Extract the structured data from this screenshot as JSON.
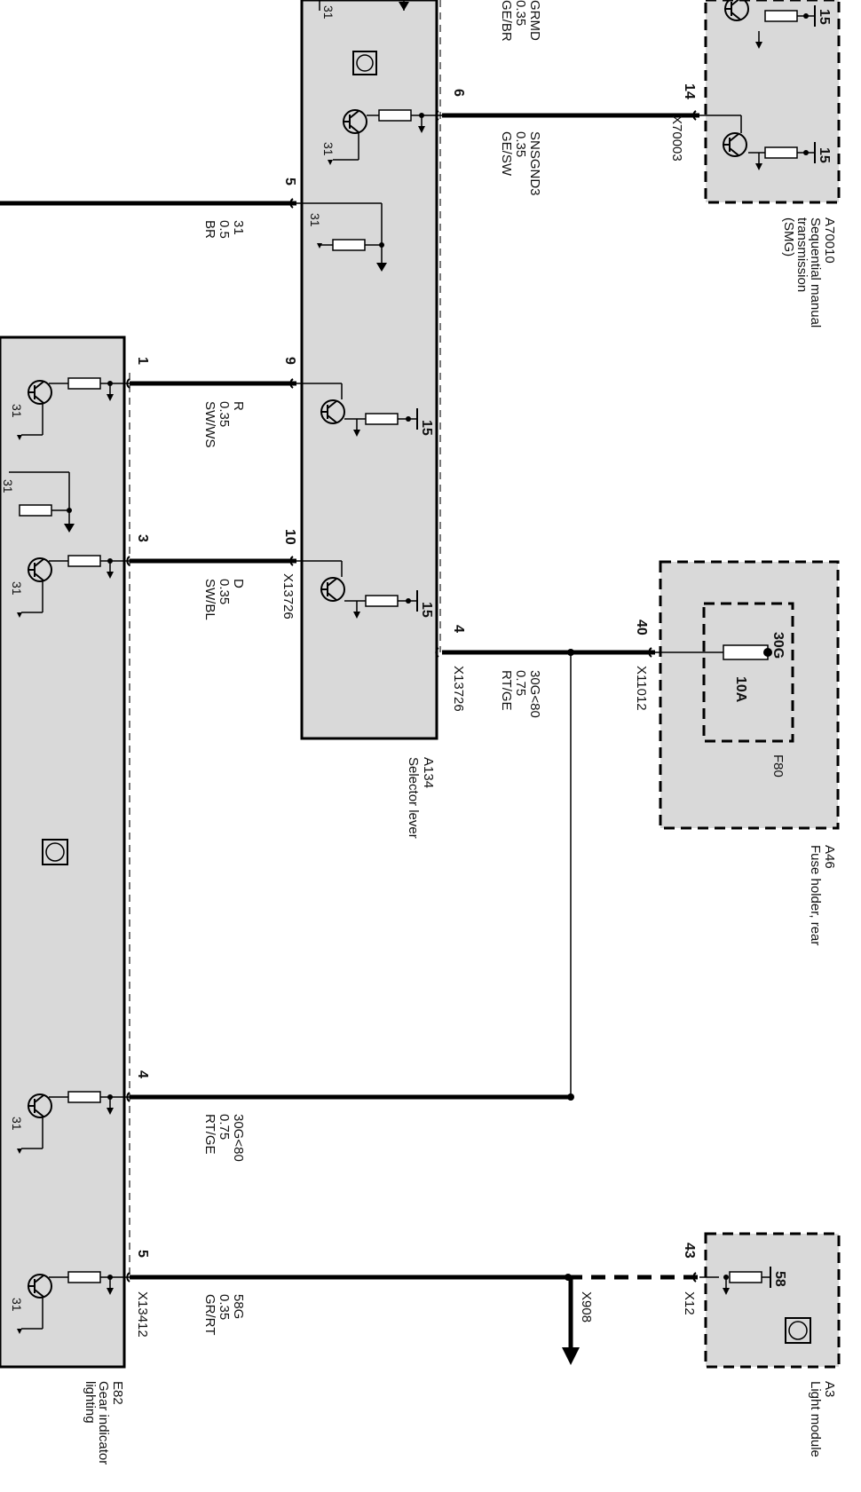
{
  "colors": {
    "module_fill": "#d9d9d9",
    "wire": "#000000",
    "background": "#ffffff"
  },
  "top_labels": {
    "gnd": "GRMD",
    "gauge": "0.35",
    "color": "GE/BR",
    "pin31": "31"
  },
  "modules": {
    "smg": {
      "id": "A70010",
      "name_line1": "Sequential manual",
      "name_line2": "transmission",
      "name_line3": "(SMG)",
      "connector": "X70003",
      "pin_14": "14",
      "supply": "15"
    },
    "selector": {
      "id": "A134",
      "name": "Selector lever",
      "connector": "X13726",
      "pin_6": "6",
      "pin_5": "5",
      "pin_9": "9",
      "pin_10": "10",
      "pin_4": "4",
      "ground": "31",
      "supply": "15"
    },
    "fuse": {
      "id": "A46",
      "name": "Fuse holder, rear",
      "fuse_id": "F80",
      "terminal": "30G",
      "rating": "10A",
      "connector": "X11012",
      "pin_40": "40"
    },
    "light": {
      "id": "A3",
      "name": "Light module",
      "connector": "X12",
      "pin_43": "43",
      "terminal": "58"
    },
    "gear": {
      "id": "E82",
      "name_line1": "Gear indicator",
      "name_line2": "lighting",
      "connector": "X13412",
      "pin_1": "1",
      "pin_3": "3",
      "pin_4": "4",
      "pin_5": "5",
      "ground": "31"
    }
  },
  "wires": {
    "w_snsgnd": {
      "signal": "SNSGND3",
      "gauge": "0.35",
      "color": "GE/SW"
    },
    "w_ground": {
      "signal": "31",
      "gauge": "0.5",
      "color": "BR"
    },
    "w_r": {
      "signal": "R",
      "gauge": "0.35",
      "color": "SW/WS"
    },
    "w_d": {
      "signal": "D",
      "gauge": "0.35",
      "color": "SW/BL"
    },
    "w_30g_top": {
      "signal": "30G<80",
      "gauge": "0.75",
      "color": "RT/GE"
    },
    "w_30g_bot": {
      "signal": "30G<80",
      "gauge": "0.75",
      "color": "RT/GE"
    },
    "w_58g": {
      "signal": "58G",
      "gauge": "0.35",
      "color": "GR/RT"
    }
  },
  "splice": {
    "id": "X908"
  }
}
